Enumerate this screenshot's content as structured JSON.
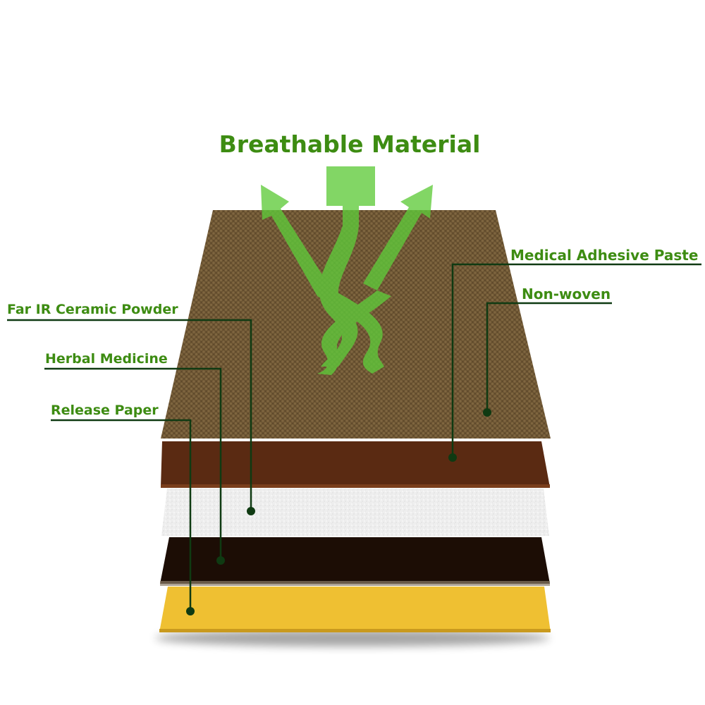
{
  "title": "Breathable Material",
  "labels": {
    "medical_adhesive_paste": "Medical Adhesive Paste",
    "non_woven": "Non-woven",
    "far_ir_ceramic_powder": "Far IR Ceramic Powder",
    "herbal_medicine": "Herbal Medicine",
    "release_paper": "Release Paper"
  },
  "colors": {
    "text_green": "#3d8c12",
    "leader_line": "#0f3a12",
    "non_woven": "#6b5432",
    "adhesive": "#5a2a12",
    "ceramic": "#efefef",
    "herbal": "#1c0d05",
    "release_paper": "#efc032",
    "arrow": "#5fcb3a"
  }
}
